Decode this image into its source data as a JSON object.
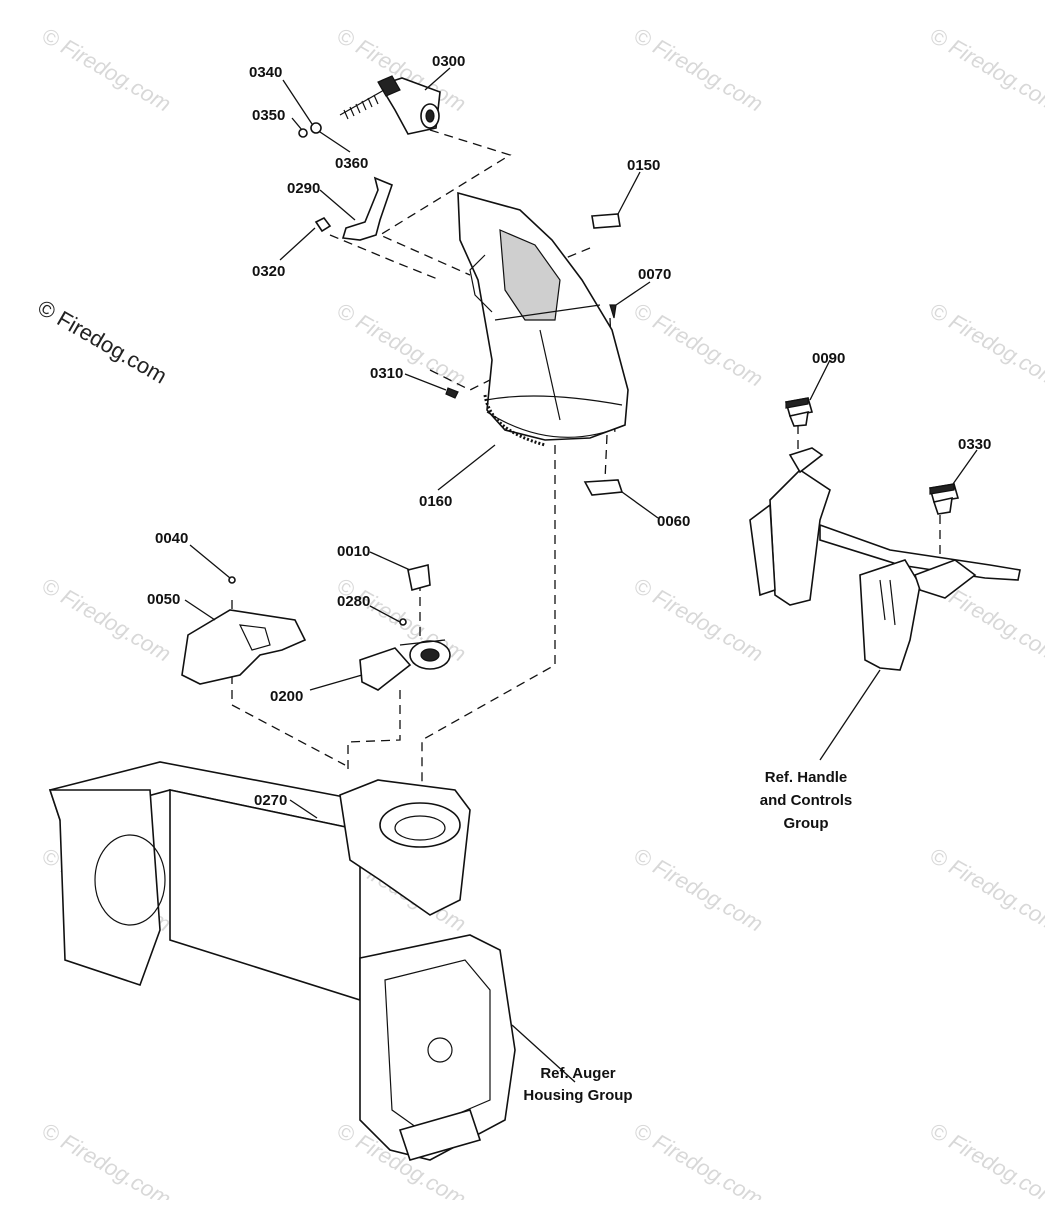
{
  "copyright_notice": "© Firedog.com",
  "watermark": "© Firedog.com",
  "part_labels": {
    "p0340": "0340",
    "p0300": "0300",
    "p0350": "0350",
    "p0360": "0360",
    "p0290": "0290",
    "p0320": "0320",
    "p0150": "0150",
    "p0070": "0070",
    "p0310": "0310",
    "p0160": "0160",
    "p0060": "0060",
    "p0090": "0090",
    "p0330": "0330",
    "p0040": "0040",
    "p0010": "0010",
    "p0050": "0050",
    "p0280": "0280",
    "p0200": "0200",
    "p0270": "0270"
  },
  "reference_groups": {
    "handle_controls": [
      "Ref. Handle",
      "and Controls",
      "Group"
    ],
    "auger_housing": [
      "Ref. Auger",
      "Housing Group"
    ]
  }
}
